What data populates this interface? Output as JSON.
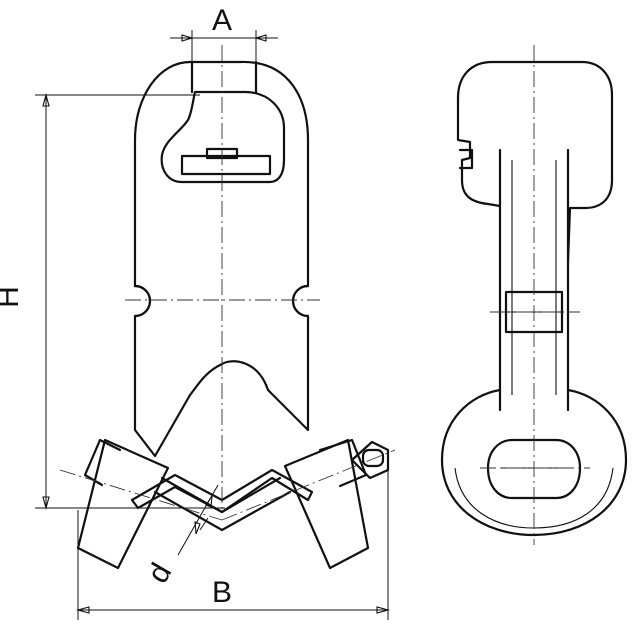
{
  "drawing": {
    "labels": {
      "A": "A",
      "H": "H",
      "B": "B",
      "d": "d"
    },
    "colors": {
      "line": "#111111",
      "background": "#ffffff"
    }
  }
}
